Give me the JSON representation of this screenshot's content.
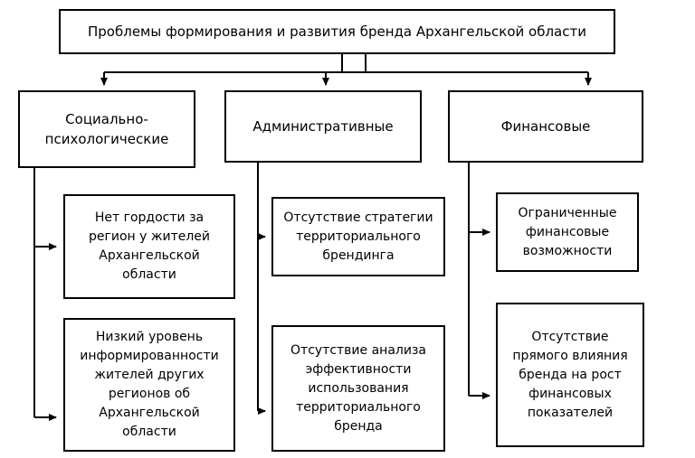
{
  "diagram": {
    "title": "Проблемы формирования и развития бренда Архангельской области",
    "branches": [
      {
        "label": "Социально-психологические",
        "items": [
          "Нет гордости за регион у жителей Архангельской области",
          "Низкий уровень информированности жителей других регионов об Архангельской области"
        ]
      },
      {
        "label": "Административные",
        "items": [
          "Отсутствие стратегии территориального брендинга",
          "Отсутствие анализа эффективности использования территориального бренда"
        ]
      },
      {
        "label": "Финансовые",
        "items": [
          "Ограниченные финансовые возможности",
          "Отсутствие прямого влияния бренда на рост финансовых показателей"
        ]
      }
    ],
    "colors": {
      "border": "#000000",
      "background": "#ffffff",
      "text": "#000000"
    }
  }
}
